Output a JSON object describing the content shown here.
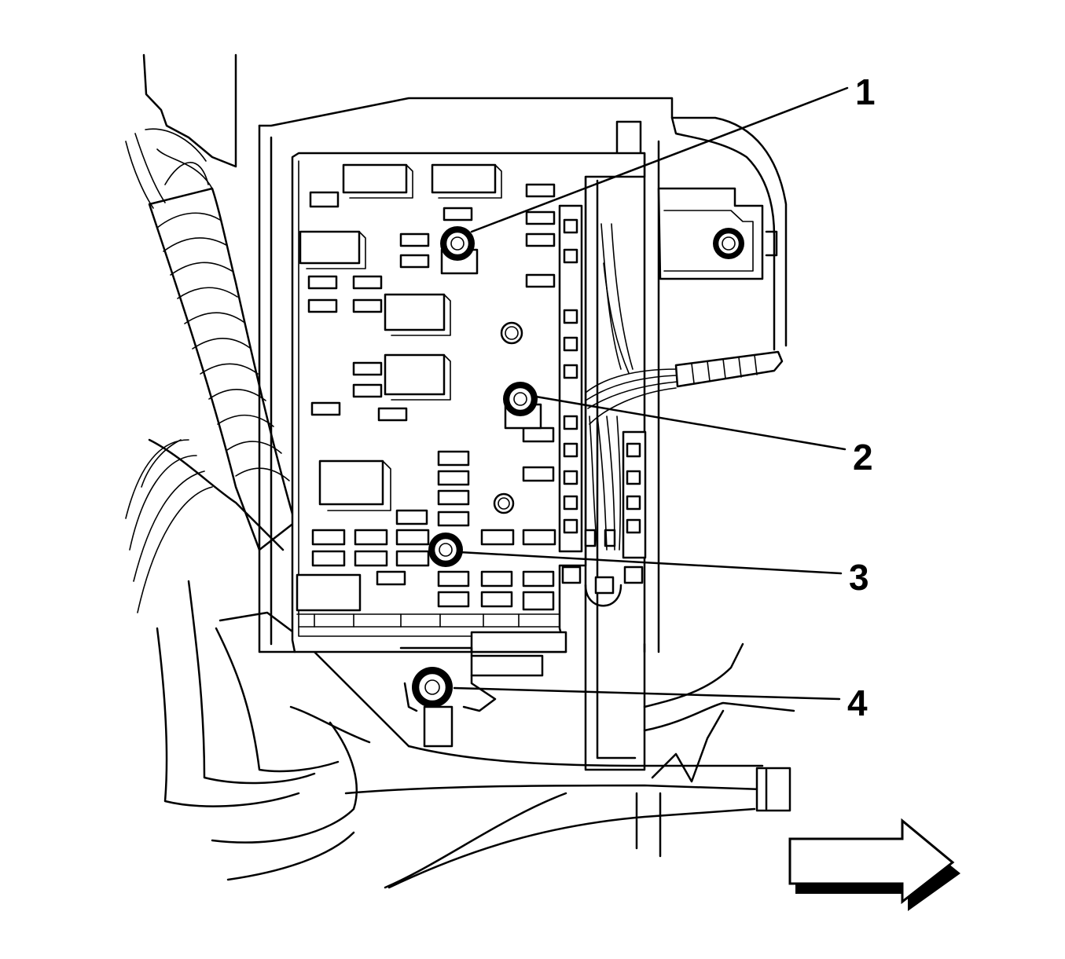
{
  "callouts": [
    {
      "label": "1",
      "part": "fastener"
    },
    {
      "label": "2",
      "part": "fastener"
    },
    {
      "label": "3",
      "part": "fastener"
    },
    {
      "label": "4",
      "part": "fastener"
    }
  ],
  "direction_indicator": {
    "icon": "arrow-right-icon"
  }
}
